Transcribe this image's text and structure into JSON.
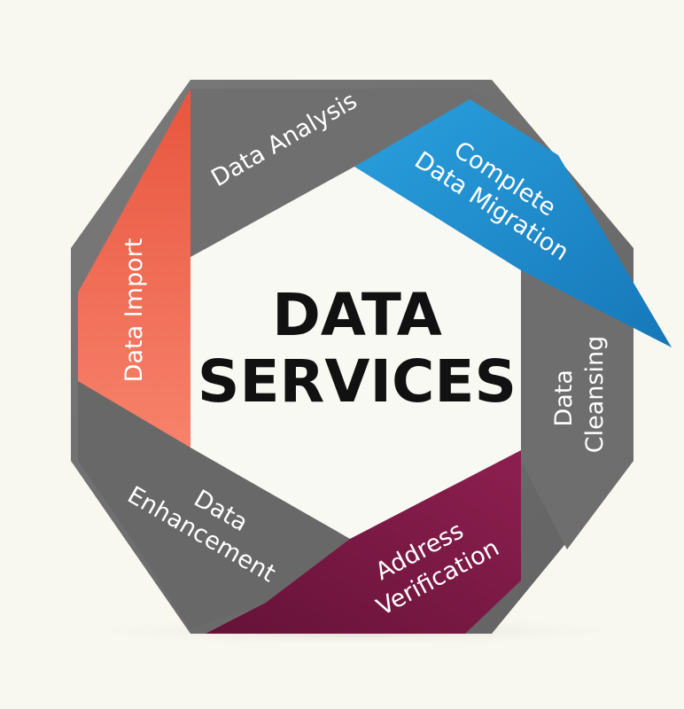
{
  "diagram": {
    "center": {
      "line1": "DATA",
      "line2": "SERVICES"
    },
    "segments": [
      {
        "id": "data-analysis",
        "lines": [
          "Data Analysis"
        ],
        "color": "#707070"
      },
      {
        "id": "complete-data-migration",
        "lines": [
          "Complete",
          "Data Migration"
        ],
        "color": "#1e90d0"
      },
      {
        "id": "data-cleansing",
        "lines": [
          "Data",
          "Cleansing"
        ],
        "color": "#707070"
      },
      {
        "id": "address-verification",
        "lines": [
          "Address",
          "Verification"
        ],
        "color": "#7a1a45"
      },
      {
        "id": "data-enhancement",
        "lines": [
          "Data",
          "Enhancement"
        ],
        "color": "#707070"
      },
      {
        "id": "data-import",
        "lines": [
          "Data Import"
        ],
        "color": "#f2735a"
      }
    ],
    "colors": {
      "background": "#f8f8f0",
      "inner": "#f9f9f3",
      "gray": "#707070",
      "blue": "#1e90d0",
      "maroon": "#7a1a45",
      "orange": "#f2735a",
      "title": "#111111"
    }
  }
}
